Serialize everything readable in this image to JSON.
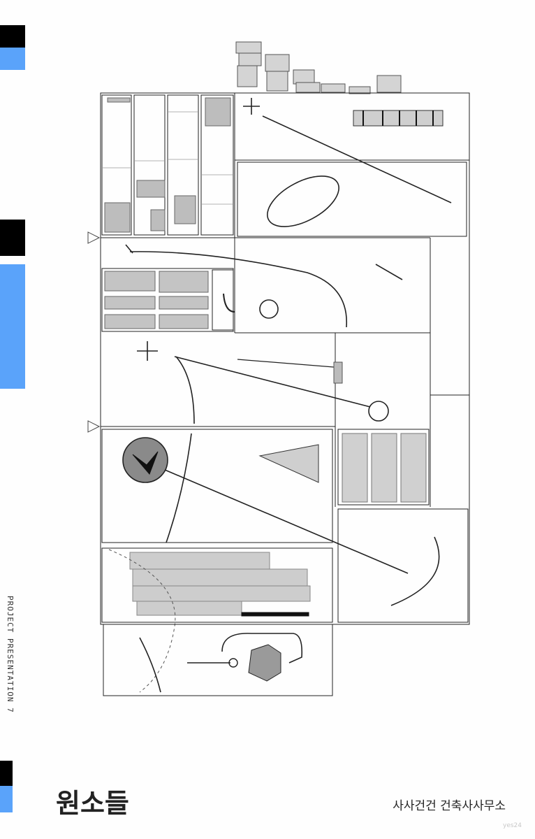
{
  "cover": {
    "side_label": "PROJECT PRESENTATION 7",
    "title": "원소들",
    "author": "사사건건 건축사사무소",
    "watermark": "yes24",
    "colors": {
      "accent_blue": "#5aa3fa",
      "black": "#000000",
      "line": "#222222",
      "fill_gray": "#c8c8c8"
    }
  }
}
